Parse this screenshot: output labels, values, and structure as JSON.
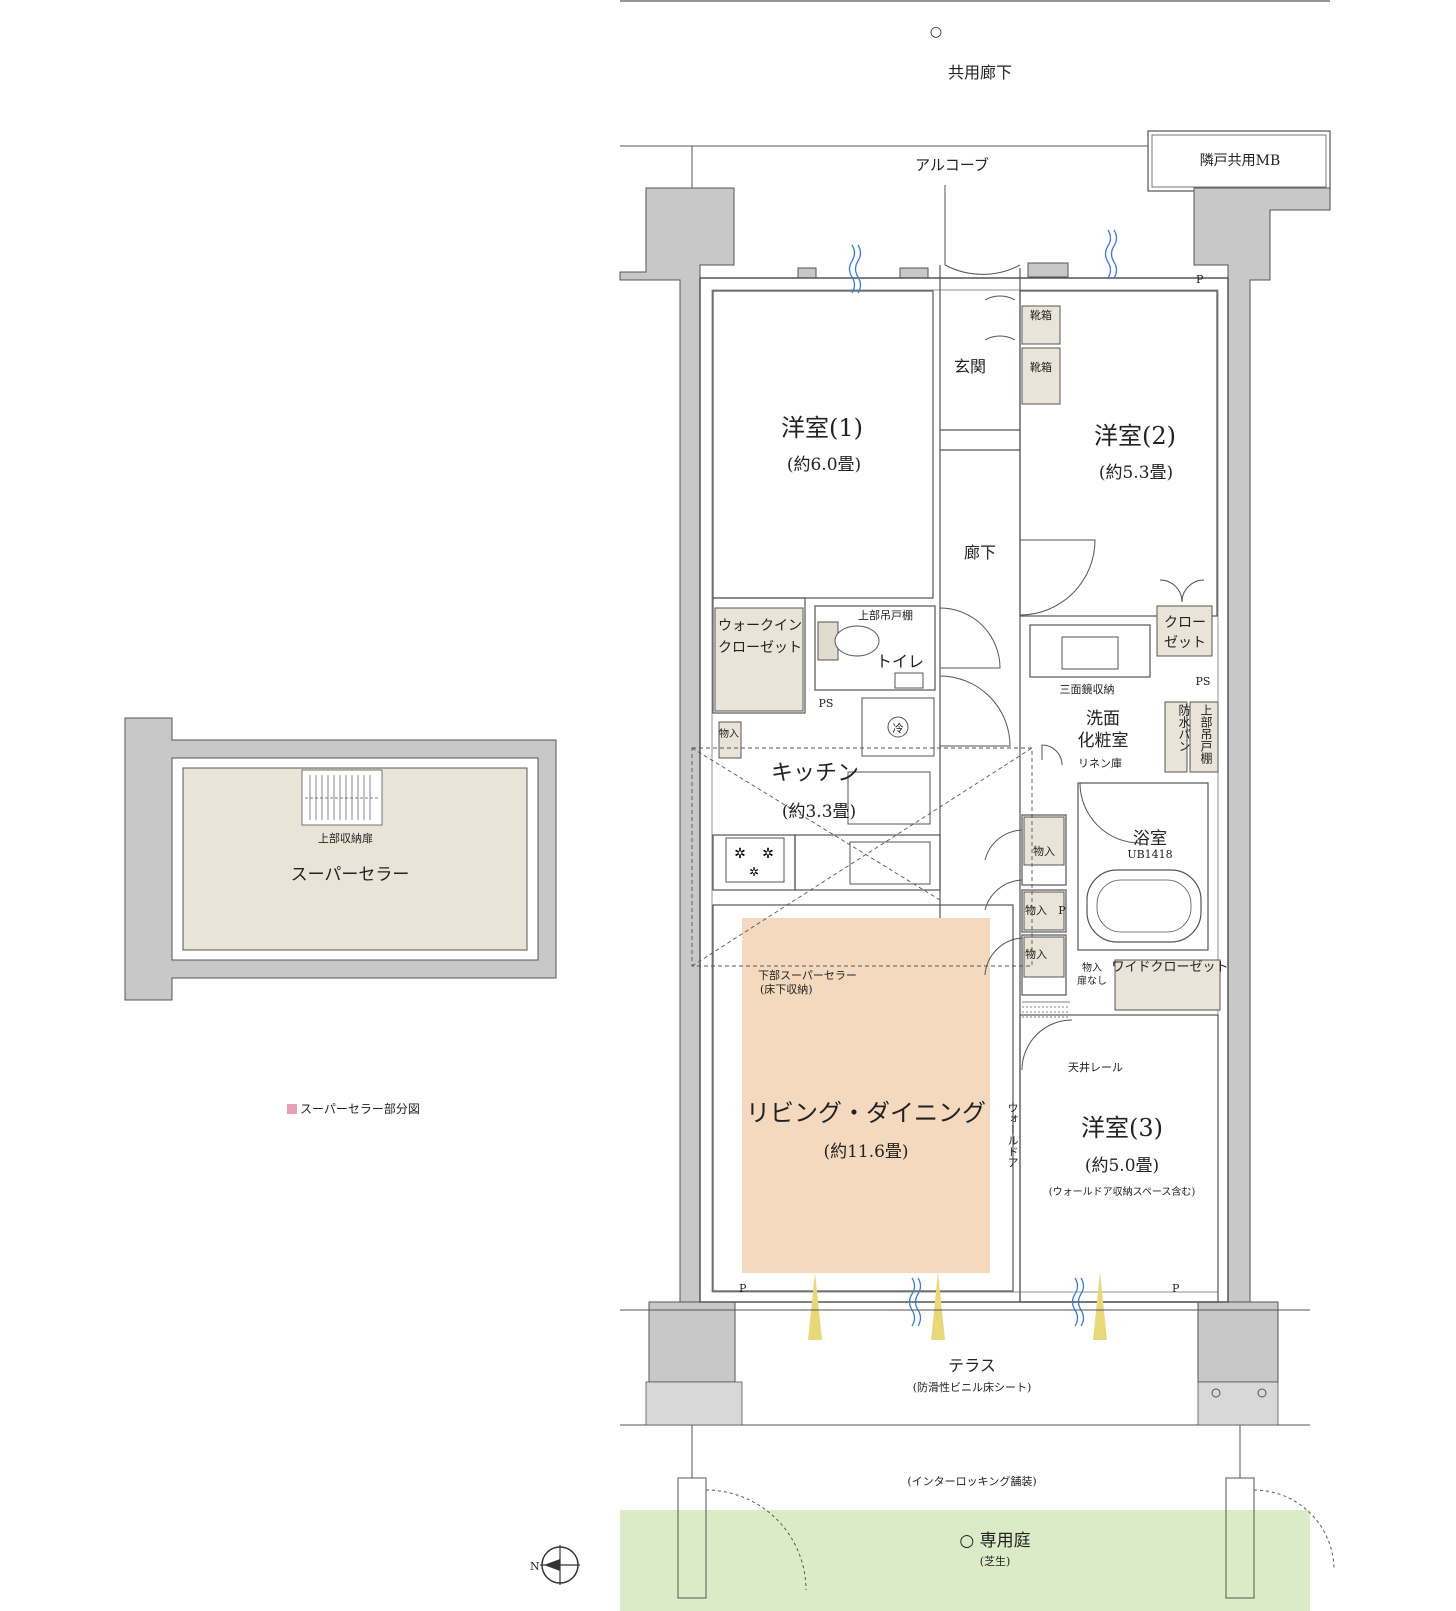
{
  "corridor_mark": "○",
  "labels": {
    "kyoyo_roka": "共用廊下",
    "alcove": "アルコーブ",
    "rinko_mb": "隣戸共用MB",
    "genkan": "玄関",
    "kutsubako1": "靴箱",
    "kutsubako2": "靴箱",
    "room1_name": "洋室(1)",
    "room1_size": "(約6.0畳)",
    "room2_name": "洋室(2)",
    "room2_size": "(約5.3畳)",
    "roka": "廊下",
    "walkin1": "ウォークイン",
    "walkin2": "クローゼット",
    "jobu_tsuridana": "上部吊戸棚",
    "toilet": "トイレ",
    "ps1": "PS",
    "ps2": "PS",
    "closet1": "クロー",
    "closet2": "ゼット",
    "sanmenkyo": "三面鏡収納",
    "senmen1": "洗面",
    "senmen2": "化粧室",
    "bousui": "防水パン",
    "jobu_tsuri2": "上部吊戸棚",
    "linen": "リネン庫",
    "mono_kitchen": "物入",
    "kitchen_name": "キッチン",
    "kitchen_size": "(約3.3畳)",
    "rei": "冷",
    "yokushitsu": "浴室",
    "ub": "UB1418",
    "mono1": "物入",
    "mono2": "物入",
    "mono3": "物入",
    "p_bath": "P",
    "mono_tobira1": "物入",
    "mono_tobira2": "扉なし",
    "wide_closet": "ワイドクローゼット",
    "kabu_cellar1": "下部スーパーセラー",
    "kabu_cellar2": "(床下収納)",
    "tenjo_rail": "天井レール",
    "living_name": "リビング・ダイニング",
    "living_size": "(約11.6畳)",
    "wall_door": "ウォールドア",
    "room3_name": "洋室(3)",
    "room3_size": "(約5.0畳)",
    "room3_note": "(ウォールドア収納スペース含む)",
    "p_top": "P",
    "p_ld": "P",
    "p_r3": "P",
    "terrace": "テラス",
    "terrace_note": "(防滑性ビニル床シート)",
    "interlocking": "(インターロッキング舗装)",
    "senyo_niwa": "○ 専用庭",
    "shibafu": "(芝生)",
    "compass_n": "N",
    "inset_door": "上部収納扉",
    "inset_title": "スーパーセラー",
    "legend": "スーパーセラー部分図"
  },
  "colors": {
    "wall": "#c8c8c8",
    "storage": "#eae4d8",
    "cellar_highlight": "#f5d9bf",
    "garden": "#dcebc7",
    "legend_swatch": "#e8a0b8",
    "window_wave": "#3a7bd5",
    "light_wedge": "#e8d87a"
  }
}
